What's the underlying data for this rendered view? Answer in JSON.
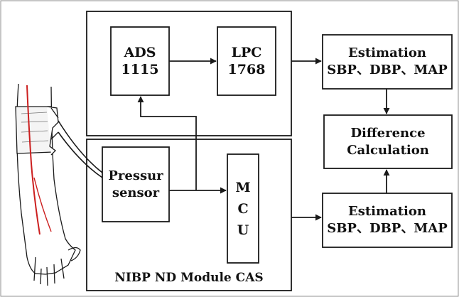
{
  "diagram": {
    "blocks": {
      "ads": {
        "line1": "ADS",
        "line2": "1115"
      },
      "lpc": {
        "line1": "LPC",
        "line2": "1768"
      },
      "estimation_top": {
        "title": "Estimation",
        "values": "SBP、DBP、MAP"
      },
      "difference": {
        "line1": "Difference",
        "line2": "Calculation"
      },
      "pressure_sensor": {
        "line1": "Pressur",
        "line2": "sensor"
      },
      "mcu": {
        "letters": [
          "M",
          "C",
          "U"
        ]
      },
      "estimation_bottom": {
        "title": "Estimation",
        "values": "SBP、DBP、MAP"
      }
    },
    "module_label": "NIBP ND Module CAS",
    "colors": {
      "stroke": "#1a1a1a",
      "artery": "#cc1f1f",
      "border": "#8c8c8c"
    }
  }
}
